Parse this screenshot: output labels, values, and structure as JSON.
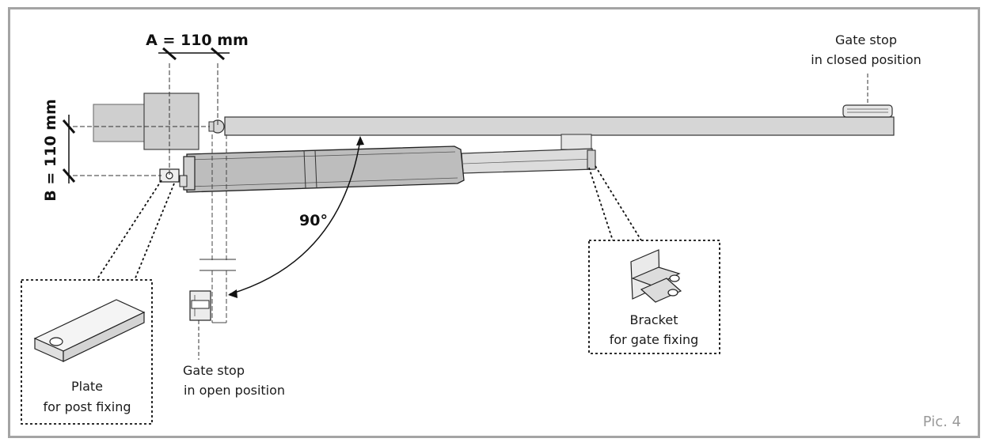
{
  "dimensions": {
    "a_label": "A = 110 mm",
    "b_label": "B = 110 mm",
    "angle_label": "90°"
  },
  "callouts": {
    "gate_stop_closed": [
      "Gate stop",
      "in closed position"
    ],
    "gate_stop_open": [
      "Gate stop",
      "in open position"
    ],
    "plate": [
      "Plate",
      "for post fixing"
    ],
    "bracket": [
      "Bracket",
      "for gate fixing"
    ]
  },
  "figure_label": "Pic. 4"
}
